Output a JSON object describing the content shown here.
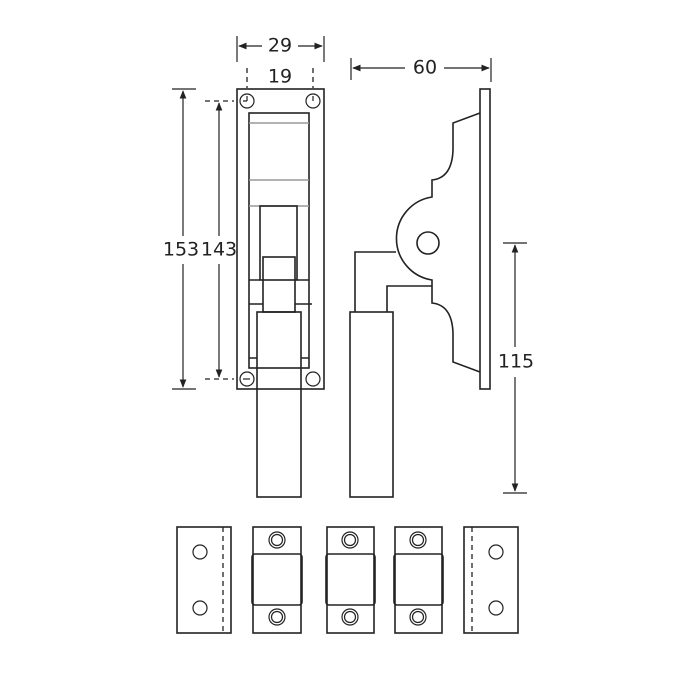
{
  "dimensions": {
    "overall_width": "29",
    "hole_spacing_width": "19",
    "overall_height": "153",
    "hole_spacing_height": "143",
    "projection": "60",
    "handle_length": "115"
  },
  "colors": {
    "line": "#222222",
    "background": "#ffffff"
  }
}
